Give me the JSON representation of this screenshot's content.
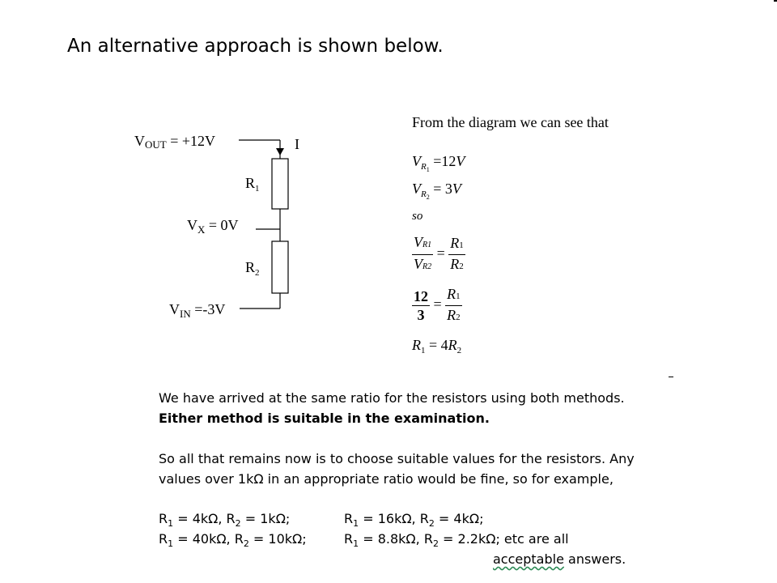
{
  "title": "An alternative approach is shown below.",
  "circuit": {
    "vout_label": "V",
    "vout_sub": "OUT",
    "vout_value": "= +12V",
    "current_label": "I",
    "r1_label": "R",
    "r1_sub": "1",
    "vx_label": "V",
    "vx_sub": "X",
    "vx_value": "= 0V",
    "r2_label": "R",
    "r2_sub": "2",
    "vin_label": "V",
    "vin_sub": "IN",
    "vin_value": "=-3V"
  },
  "derivation": {
    "intro": "From the diagram we can see that",
    "eq1": {
      "var": "V",
      "sub": "R",
      "subsub": "1",
      "rhs": "=12",
      "unit": "V"
    },
    "eq2": {
      "var": "V",
      "sub": "R",
      "subsub": "2",
      "rhs": "= 3",
      "unit": "V"
    },
    "so": "so",
    "ratio1": {
      "num_var": "V",
      "num_sub": "R1",
      "den_var": "V",
      "den_sub": "R2",
      "eq": "=",
      "rnum": "R",
      "rnum_sub": "1",
      "rden": "R",
      "rden_sub": "2"
    },
    "ratio2": {
      "num": "12",
      "den": "3",
      "eq": "=",
      "rnum": "R",
      "rnum_sub": "1",
      "rden": "R",
      "rden_sub": "2"
    },
    "final": {
      "lhs": "R",
      "lhs_sub": "1",
      "rhs": "= 4",
      "rhs_var": "R",
      "rhs_sub": "2"
    }
  },
  "text": {
    "line1": "We have arrived at the same ratio for the resistors using both methods.",
    "line2": "Either method is suitable in the examination.",
    "line3": "So all that remains now is to choose suitable values for the resistors. Any",
    "line4": "values over 1kΩ in an appropriate ratio would be fine, so for example,",
    "ex1a": "R",
    "ex1a_sub": "1",
    "ex1a_rest": " = 4kΩ, R",
    "ex1a_sub2": "2",
    "ex1a_end": " = 1kΩ;",
    "ex1b": "R",
    "ex1b_sub": "1",
    "ex1b_rest": " = 16kΩ, R",
    "ex1b_sub2": "2",
    "ex1b_end": " = 4kΩ;",
    "ex2a": "R",
    "ex2a_sub": "1",
    "ex2a_rest": " = 40kΩ, R",
    "ex2a_sub2": "2",
    "ex2a_end": " = 10kΩ;",
    "ex2b": "R",
    "ex2b_sub": "1",
    "ex2b_rest": " = 8.8kΩ, R",
    "ex2b_sub2": "2",
    "ex2b_end": " = 2.2kΩ; etc are all",
    "ex3_word1": "acceptable",
    "ex3_rest": " answers."
  }
}
